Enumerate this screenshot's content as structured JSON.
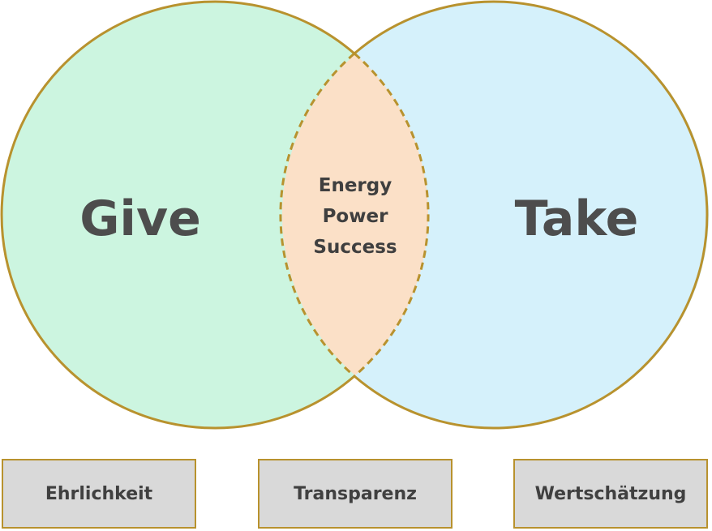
{
  "diagram": {
    "left_circle": {
      "label": "Give",
      "fill": "#ccf5e0"
    },
    "right_circle": {
      "label": "Take",
      "fill": "#d5f1fb"
    },
    "intersection": {
      "fill": "#fbe0c7",
      "lines": [
        "Energy",
        "Power",
        "Success"
      ]
    },
    "stroke_color": "#b8922e"
  },
  "values": [
    {
      "label": "Ehrlichkeit"
    },
    {
      "label": "Transparenz"
    },
    {
      "label": "Wertschätzung"
    }
  ]
}
